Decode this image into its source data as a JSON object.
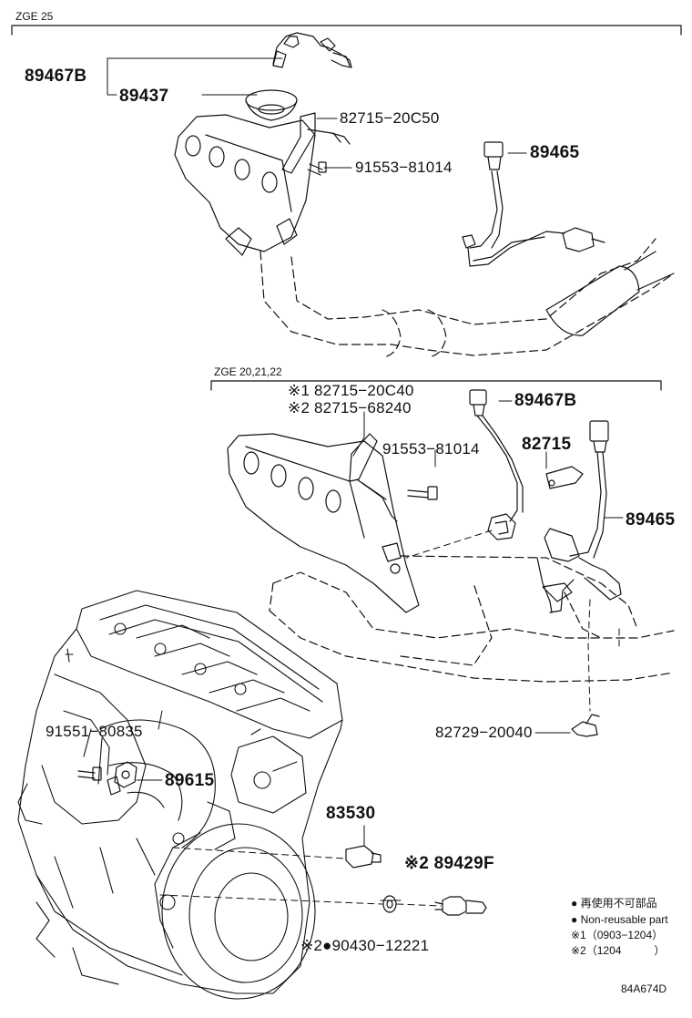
{
  "sections": {
    "top": {
      "title": "ZGE 25"
    },
    "middle": {
      "title": "ZGE 20,21,22"
    }
  },
  "callouts": {
    "p89467B_top": "89467B",
    "p89437": "89437",
    "p82715_20C50": "82715−20C50",
    "p91553_81014_top": "91553−81014",
    "p89465_top": "89465",
    "p82715_20C40": "※1 82715−20C40",
    "p82715_68240": "※2 82715−68240",
    "p91553_81014_mid": "91553−81014",
    "p89467B_mid": "89467B",
    "p82715": "82715",
    "p89465_mid": "89465",
    "p82729_20040": "82729−20040",
    "p91551_80835": "91551−80835",
    "p89615": "89615",
    "p83530": "83530",
    "p89429F": "※2 89429F",
    "p90430_12221": "※2●90430−12221"
  },
  "legend": {
    "nonreusable_ja": "● 再使用不可部品",
    "nonreusable_en": "● Non-reusable part",
    "note1": "※1（0903−1204）",
    "note2": "※2（1204　　　）"
  },
  "reference_code": "84A674D"
}
